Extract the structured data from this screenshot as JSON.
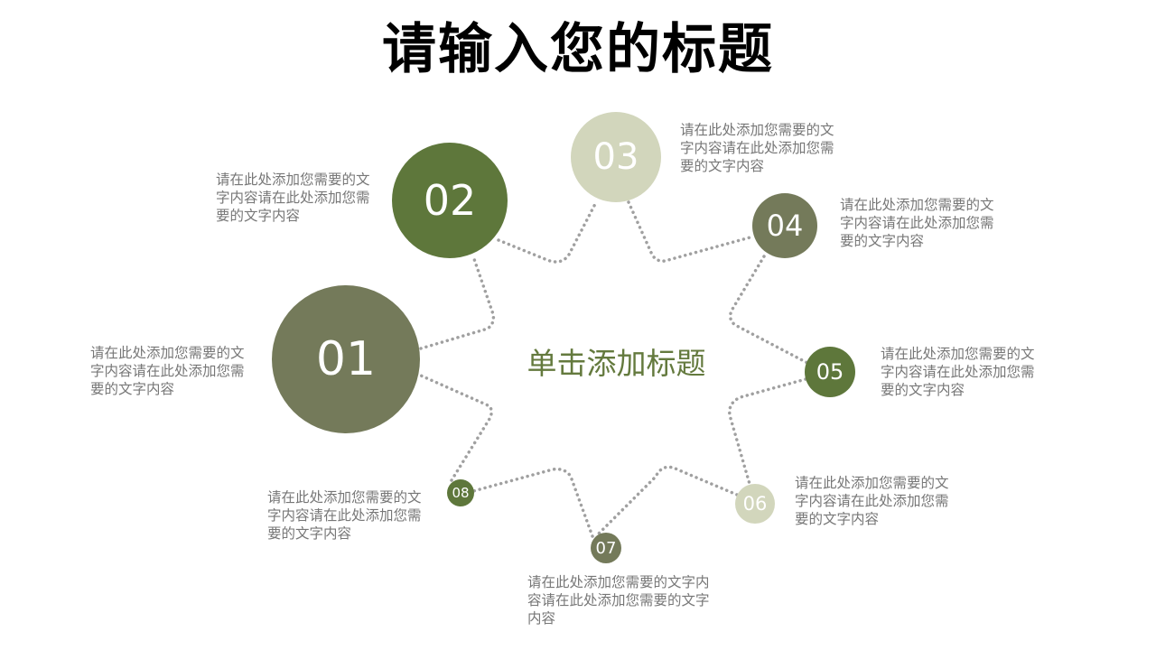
{
  "slide": {
    "title": "请输入您的标题",
    "center_title": "单击添加标题",
    "colors": {
      "dark_olive": "#747a5a",
      "green": "#5e773b",
      "pale": "#d2d6bc",
      "connector": "#a0a0a0",
      "center_text": "#647a3e",
      "body_text": "#777777"
    }
  },
  "nodes": [
    {
      "number": "01",
      "color": "#747a5a",
      "text": "请在此处添加您需要的文字内容请在此处添加您需要的文字内容"
    },
    {
      "number": "02",
      "color": "#5e773b",
      "text": "请在此处添加您需要的文字内容请在此处添加您需要的文字内容"
    },
    {
      "number": "03",
      "color": "#d2d6bc",
      "text": "请在此处添加您需要的文字内容请在此处添加您需要的文字内容"
    },
    {
      "number": "04",
      "color": "#747a5a",
      "text": "请在此处添加您需要的文字内容请在此处添加您需要的文字内容"
    },
    {
      "number": "05",
      "color": "#5e773b",
      "text": "请在此处添加您需要的文字内容请在此处添加您需要的文字内容"
    },
    {
      "number": "06",
      "color": "#d2d6bc",
      "text": "请在此处添加您需要的文字内容请在此处添加您需要的文字内容"
    },
    {
      "number": "07",
      "color": "#747a5a",
      "text": "请在此处添加您需要的文字内容请在此处添加您需要的文字内容"
    },
    {
      "number": "08",
      "color": "#5e773b",
      "text": "请在此处添加您需要的文字内容请在此处添加您需要的文字内容"
    }
  ]
}
